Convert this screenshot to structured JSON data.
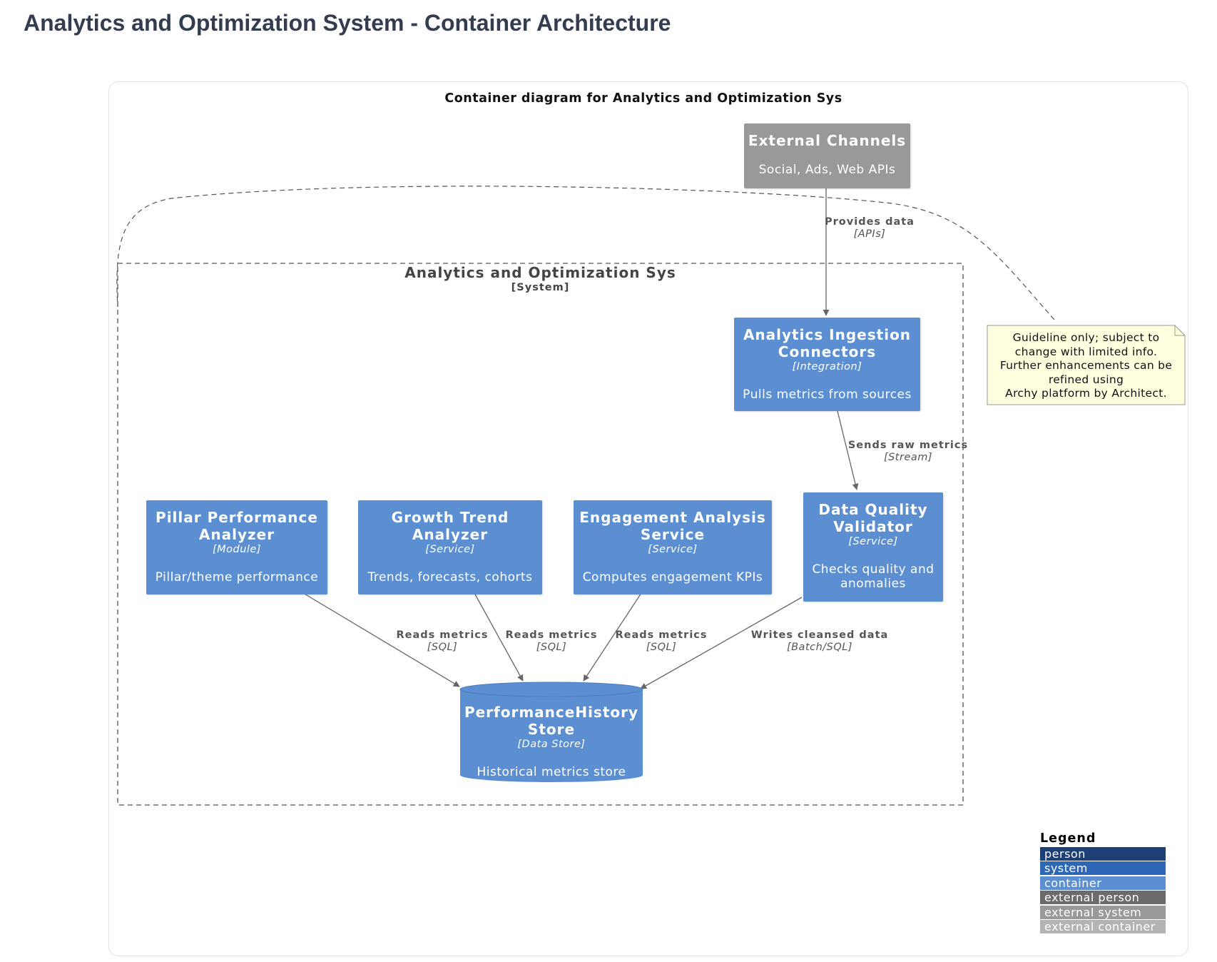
{
  "page": {
    "title": "Analytics and Optimization System - Container Architecture"
  },
  "diagram": {
    "title": "Container diagram for Analytics and Optimization Sys",
    "boundary": {
      "name": "Analytics and Optimization Sys",
      "kind": "[System]"
    },
    "nodes": {
      "external_channels": {
        "title": "External Channels",
        "desc": "Social, Ads, Web APIs",
        "color": "#999999"
      },
      "ingestion": {
        "title_1": "Analytics Ingestion",
        "title_2": "Connectors",
        "kind": "[Integration]",
        "desc": "Pulls metrics from sources",
        "color": "#5b8fd2"
      },
      "pillar": {
        "title_1": "Pillar Performance",
        "title_2": "Analyzer",
        "kind": "[Module]",
        "desc": "Pillar/theme performance"
      },
      "growth": {
        "title_1": "Growth Trend",
        "title_2": "Analyzer",
        "kind": "[Service]",
        "desc": "Trends, forecasts, cohorts"
      },
      "engagement": {
        "title_1": "Engagement Analysis",
        "title_2": "Service",
        "kind": "[Service]",
        "desc": "Computes engagement KPIs"
      },
      "validator": {
        "title_1": "Data Quality",
        "title_2": "Validator",
        "kind": "[Service]",
        "desc_1": "Checks quality and",
        "desc_2": "anomalies"
      },
      "store": {
        "title_1": "PerformanceHistory",
        "title_2": "Store",
        "kind": "[Data Store]",
        "desc": "Historical metrics store"
      }
    },
    "edges": {
      "provides": {
        "label": "Provides data",
        "tech": "[APIs]"
      },
      "sends": {
        "label": "Sends raw metrics",
        "tech": "[Stream]"
      },
      "reads_pillar": {
        "label": "Reads metrics",
        "tech": "[SQL]"
      },
      "reads_growth": {
        "label": "Reads metrics",
        "tech": "[SQL]"
      },
      "reads_engagement": {
        "label": "Reads metrics",
        "tech": "[SQL]"
      },
      "writes": {
        "label": "Writes cleansed data",
        "tech": "[Batch/SQL]"
      }
    },
    "note": {
      "lines": [
        "Guideline only; subject to",
        "change with limited info.",
        "Further enhancements can be",
        "refined using",
        "Archy platform by Architect."
      ],
      "color": "#ffffe0"
    },
    "legend": {
      "title": "Legend",
      "items": [
        {
          "label": "person",
          "color": "#1e3f75"
        },
        {
          "label": "system",
          "color": "#2e67b5"
        },
        {
          "label": "container",
          "color": "#5b8fd2"
        },
        {
          "label": "external person",
          "color": "#6b6b6b"
        },
        {
          "label": "external system",
          "color": "#999999"
        },
        {
          "label": "external container",
          "color": "#b3b3b3"
        }
      ]
    }
  }
}
